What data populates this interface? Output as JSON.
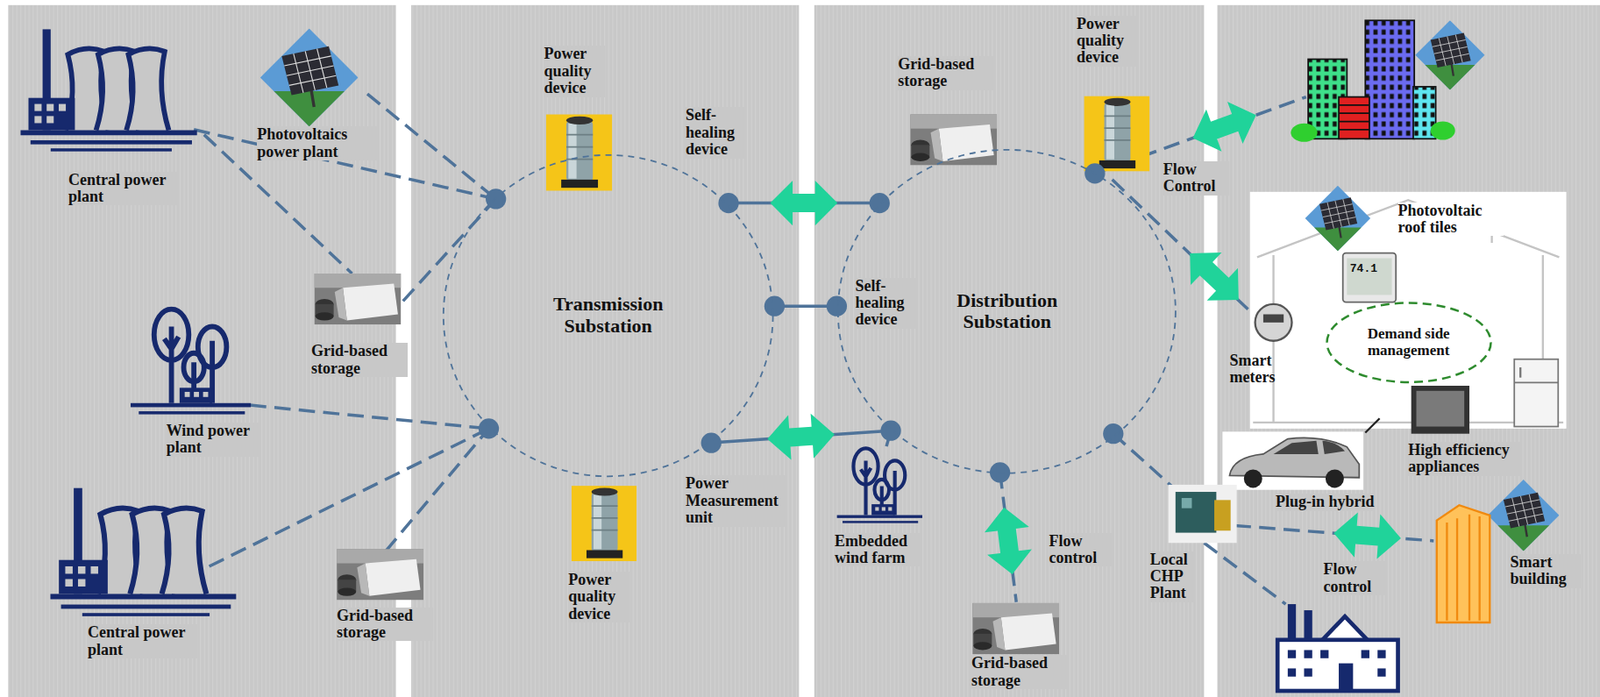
{
  "diagram": {
    "nodes": [
      {
        "text": [
          "Transmission Substation"
        ]
      },
      {
        "text": [
          "Distribution Substation"
        ]
      },
      {
        "text": [
          "Demand side management"
        ]
      }
    ],
    "edges": [
      {
        "from": 0,
        "to": 1,
        "arrow": "both"
      },
      {
        "from": 0,
        "to": 1,
        "arrow": "none"
      },
      {
        "from": 0,
        "to": 1,
        "arrow": "both"
      }
    ],
    "labels": [
      "Power quality device",
      "Power quality device",
      "Grid-based storage",
      "Self-healing device",
      "Photovoltaics power plant",
      "Flow Control",
      "Central power plant",
      "Photovoltaic roof tiles",
      "74.1",
      "Self-healing device",
      "Grid-based storage",
      "Smart meters",
      "Wind power plant",
      "High efficiency appliances",
      "Power Measurement unit",
      "Plug-in hybrid",
      "Embedded wind farm",
      "Flow control",
      "Local CHP Plant",
      "Flow control",
      "Smart building",
      "Power quality device",
      "Grid-based storage",
      "Central power plant",
      "Grid-based storage"
    ]
  }
}
